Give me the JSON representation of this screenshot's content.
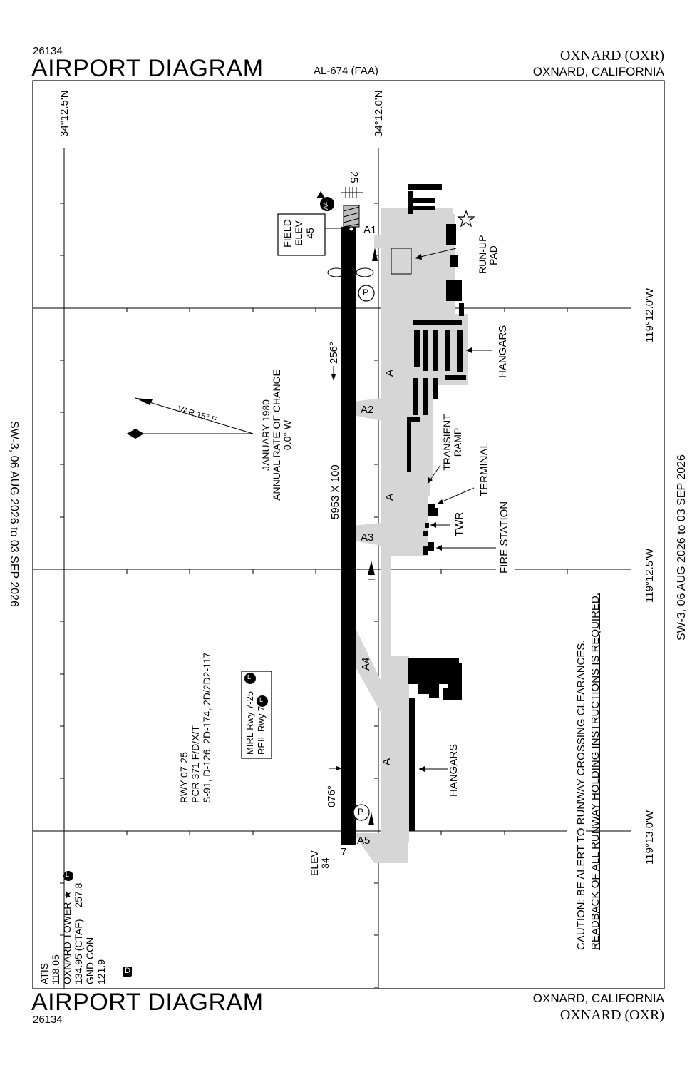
{
  "header": {
    "chart_number": "26134",
    "title": "AIRPORT DIAGRAM",
    "chart_id": "AL-674 (FAA)",
    "airport_name": "OXNARD (OXR)",
    "location": "OXNARD, CALIFORNIA"
  },
  "footer": {
    "title": "AIRPORT DIAGRAM",
    "chart_number": "26134",
    "location": "OXNARD, CALIFORNIA",
    "airport_name": "OXNARD (OXR)"
  },
  "margin": {
    "left_validity": "SW-3,  06 AUG 2026  to  03 SEP 2026",
    "right_validity": "SW-3,  06 AUG 2026  to  03 SEP 2026"
  },
  "grid": {
    "lat_left": "34°12.5'N",
    "lat_right": "34°12.0'N",
    "lon_1": "119°12.0'W",
    "lon_2": "119°12.5'W",
    "lon_3": "119°13.0'W"
  },
  "runway": {
    "dimensions": "5953 X 100",
    "heading_east": "076°",
    "heading_west": "256°",
    "end_west_number": "7",
    "end_east_number": "25",
    "elev_label": "ELEV",
    "elev_value": "34",
    "field_elev_line1": "FIELD",
    "field_elev_line2": "ELEV",
    "field_elev_value": "45"
  },
  "taxiways": {
    "a1": "A1",
    "a2": "A2",
    "a3": "A3",
    "a4": "A4",
    "a5": "A5",
    "a": "A",
    "a4_badge": "A4"
  },
  "magnetic": {
    "var": "VAR 15° E",
    "date": "JANUARY 1980",
    "rate_label": "ANNUAL RATE OF CHANGE",
    "rate_value": "0.0° W"
  },
  "runway_info": {
    "line1": "RWY 07-25",
    "line2": "PCR 371 F/D/X/T",
    "line3": "S-91, D-126, 2D-174, 2D/2D2-117",
    "lights_line1": "MIRL Rwy 7-25",
    "lights_line2": "REIL Rwy 7",
    "lights_badge": "L"
  },
  "features": {
    "run_up_pad": "RUN-UP PAD",
    "run_up_line1": "RUN-UP",
    "run_up_line2": "PAD",
    "hangars_north": "HANGARS",
    "hangars_south": "HANGARS",
    "transient_ramp_line1": "TRANSIENT",
    "transient_ramp_line2": "RAMP",
    "terminal": "TERMINAL",
    "twr": "TWR",
    "fire_station": "FIRE STATION",
    "parking": "P"
  },
  "comms": {
    "atis_label": "ATIS",
    "atis_freq": "118.05",
    "tower_label": "OXNARD TOWER",
    "tower_freq": "134.95 (CTAF)",
    "tower_uhf": "257.8",
    "gnd_label": "GND CON",
    "gnd_freq": "121.9",
    "d_badge": "D",
    "l_badge": "L"
  },
  "caution": {
    "line1": "CAUTION: BE ALERT TO RUNWAY CROSSING CLEARANCES.",
    "line2": "READBACK OF ALL RUNWAY HOLDING INSTRUCTIONS IS REQUIRED."
  }
}
